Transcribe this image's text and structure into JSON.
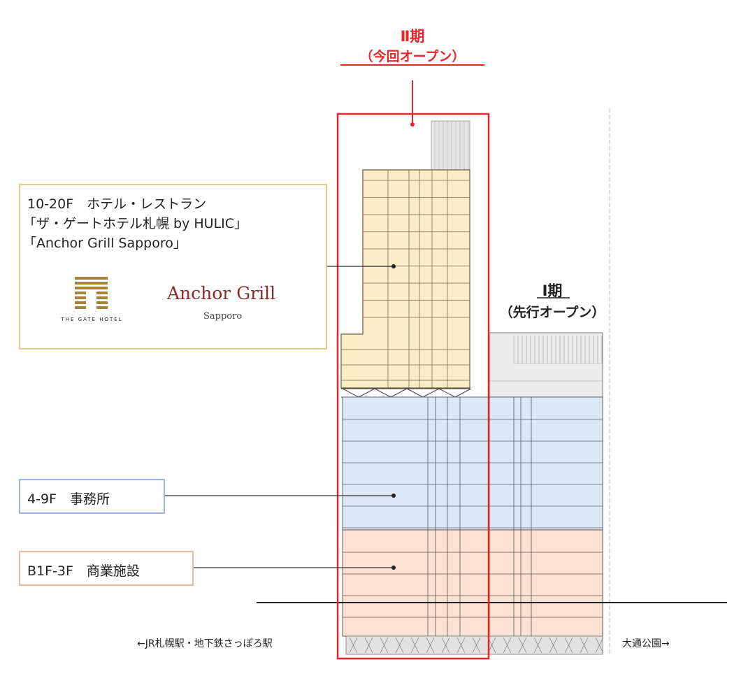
{
  "phase2": {
    "title": "Ⅱ期",
    "subtitle": "（今回オープン）",
    "color": "#e8262a"
  },
  "phase1": {
    "title": "Ⅰ期",
    "subtitle": "（先行オープン）"
  },
  "labels": {
    "hotel": {
      "line1": "10-20F　ホテル・レストラン",
      "line2": "「ザ・ゲートホテル札幌 by HULIC」",
      "line3": "「Anchor Grill Sapporo」",
      "logo_gate": "THE GATE HOTEL",
      "logo_anchor": "Anchor Grill",
      "logo_anchor_sub": "Sapporo",
      "border_color": "#e9c987",
      "fill_color": "#fbedc8"
    },
    "office": {
      "text": "4-9F　事務所",
      "border_color": "#9db5d9",
      "fill_color": "#dce8f5"
    },
    "retail": {
      "text": "B1F-3F　商業施設",
      "border_color": "#eab99a",
      "fill_color": "#fbe2d2"
    }
  },
  "directions": {
    "left": "←JR札幌駅・地下鉄さっぽろ駅",
    "right": "大通公園→"
  }
}
